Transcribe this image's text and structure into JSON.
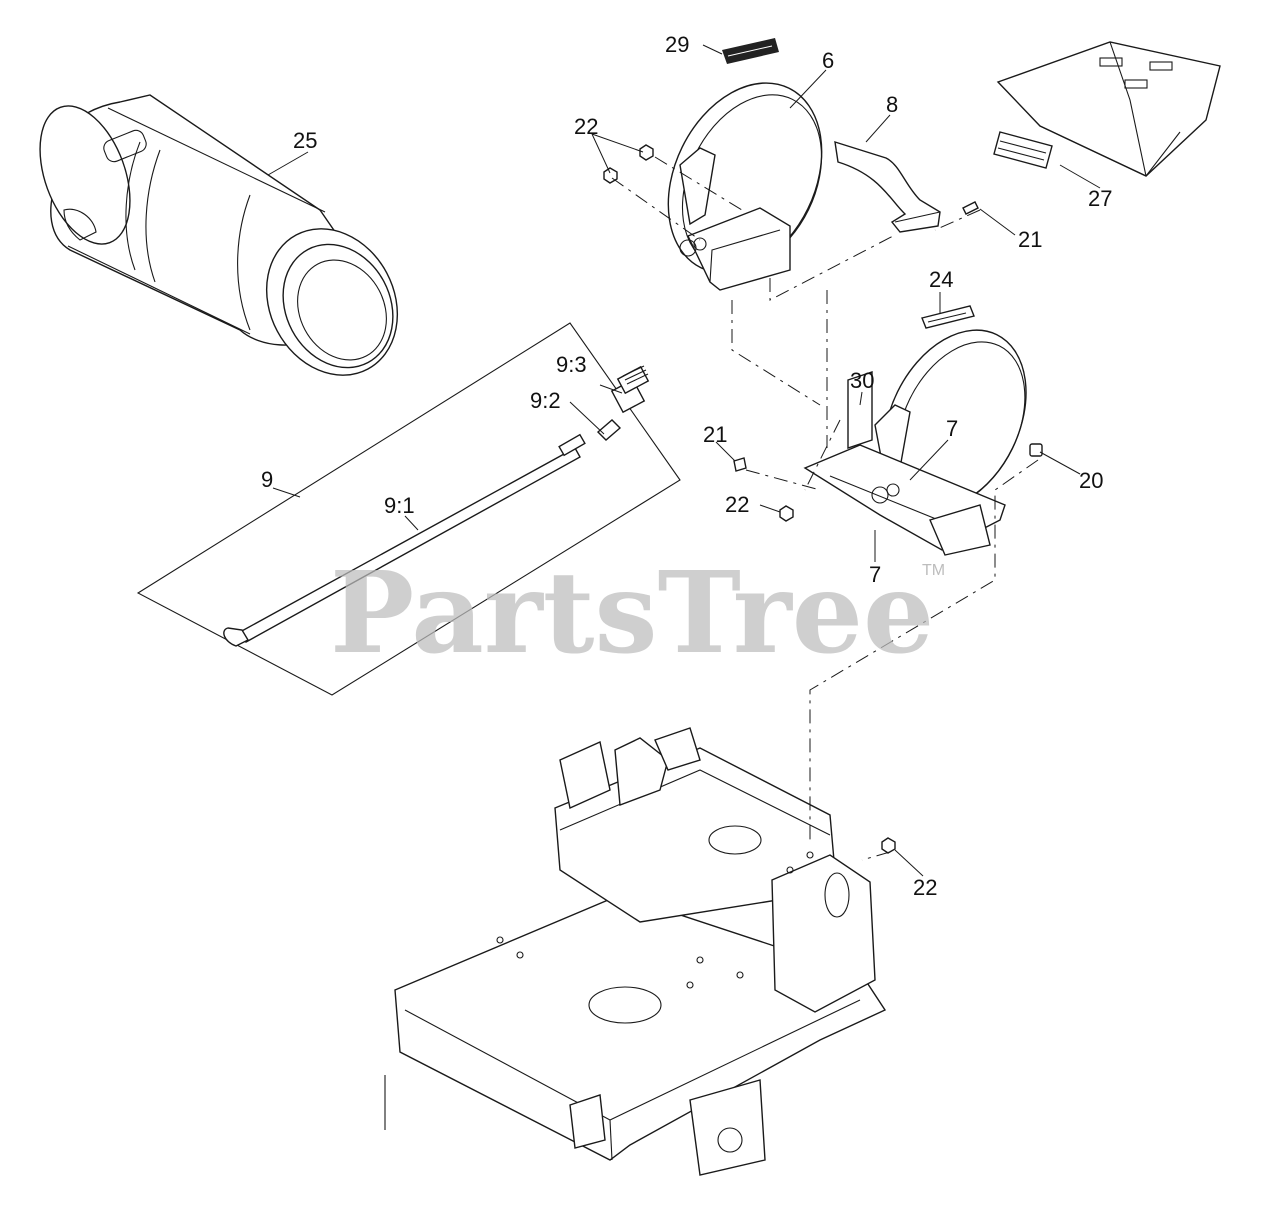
{
  "callouts": {
    "l25": "25",
    "l29": "29",
    "l6": "6",
    "l8": "8",
    "l22a": "22",
    "l27": "27",
    "l21a": "21",
    "l24": "24",
    "l9_3": "9:3",
    "l9_2": "9:2",
    "l30": "30",
    "l7a": "7",
    "l21b": "21",
    "l20": "20",
    "l9": "9",
    "l9_1": "9:1",
    "l22b": "22",
    "l7b": "7",
    "l22c": "22"
  },
  "watermark": {
    "brand": "PartsTree",
    "trademark": "TM"
  }
}
